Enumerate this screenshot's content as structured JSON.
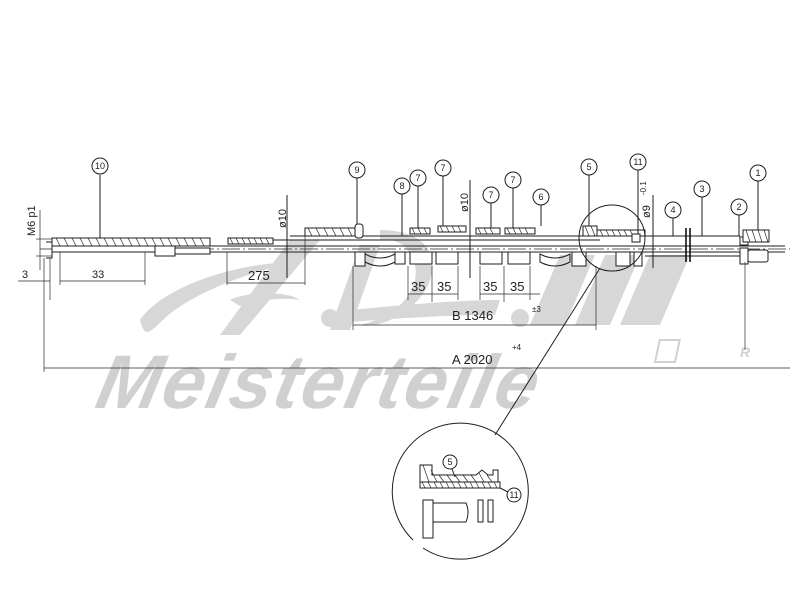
{
  "drawing": {
    "type": "cable assembly technical drawing",
    "callouts": [
      {
        "id": "1",
        "label": "1"
      },
      {
        "id": "2",
        "label": "2"
      },
      {
        "id": "3",
        "label": "3"
      },
      {
        "id": "4",
        "label": "4"
      },
      {
        "id": "5",
        "label": "5"
      },
      {
        "id": "6",
        "label": "6"
      },
      {
        "id": "7a",
        "label": "7"
      },
      {
        "id": "7b",
        "label": "7"
      },
      {
        "id": "7c",
        "label": "7"
      },
      {
        "id": "7d",
        "label": "7"
      },
      {
        "id": "8",
        "label": "8"
      },
      {
        "id": "9",
        "label": "9"
      },
      {
        "id": "10",
        "label": "10"
      },
      {
        "id": "11",
        "label": "11"
      }
    ],
    "dimensions": {
      "thread": "M6 p1",
      "dim_3": "3",
      "dim_33": "33",
      "dim_275": "275",
      "dia_10_left": "ø10",
      "dia_10_mid": "ø10",
      "dia_9": "ø9",
      "dia_9_tol": "-0.1",
      "spacing": [
        "35",
        "35",
        "35",
        "35"
      ],
      "b_label": "B 1346",
      "b_tol": "±3",
      "a_label": "A 2020",
      "a_tol": "+4"
    },
    "detail": {
      "callouts": [
        {
          "id": "d5",
          "label": "5"
        },
        {
          "id": "d11",
          "label": "11"
        }
      ]
    }
  },
  "watermark": {
    "logo": "A.L.",
    "brand": "Meisterteile",
    "registered": "R",
    "color": "#d0d0d0"
  }
}
